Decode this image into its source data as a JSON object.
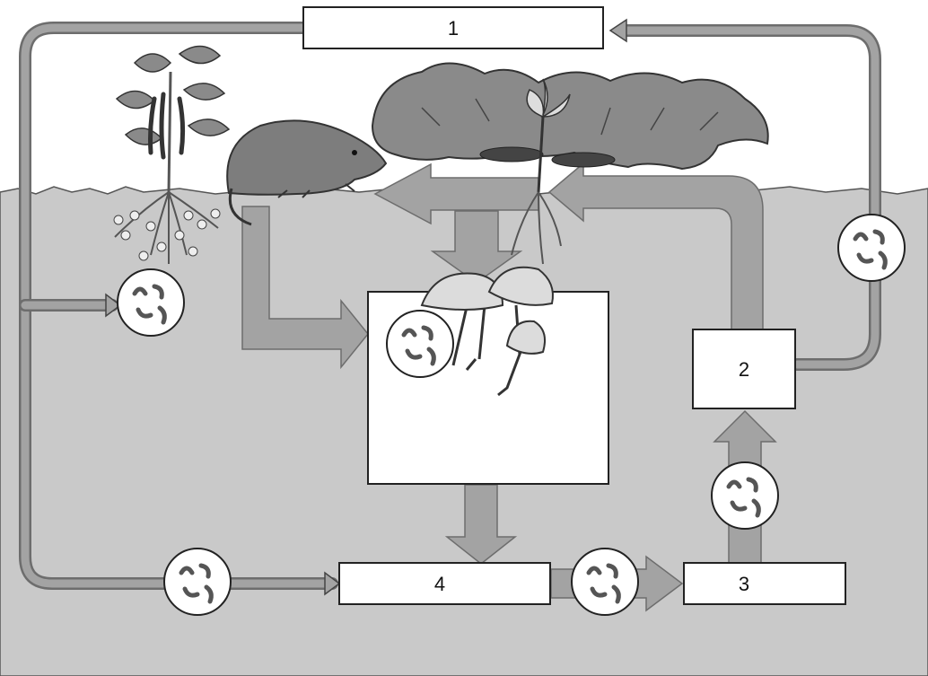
{
  "diagram": {
    "boxes": [
      {
        "id": "box-1",
        "label": "1"
      },
      {
        "id": "box-2",
        "label": "2"
      },
      {
        "id": "box-3",
        "label": "3"
      },
      {
        "id": "box-4",
        "label": "4"
      }
    ],
    "colors": {
      "soil": "#c9c9c9",
      "arrow_fill": "#a3a3a3",
      "arrow_stroke": "#6d6d6d",
      "box_fill": "#ffffff",
      "outline": "#222222",
      "foliage": "#8a8a8a",
      "animal": "#7d7d7d",
      "mushroom": "#dcdcdc"
    },
    "icons": [
      "bean-plant-icon",
      "mole-icon",
      "pumpkin-plant-icon",
      "seedling-icon",
      "mushroom-icon",
      "bacteria-circle-icon"
    ]
  }
}
